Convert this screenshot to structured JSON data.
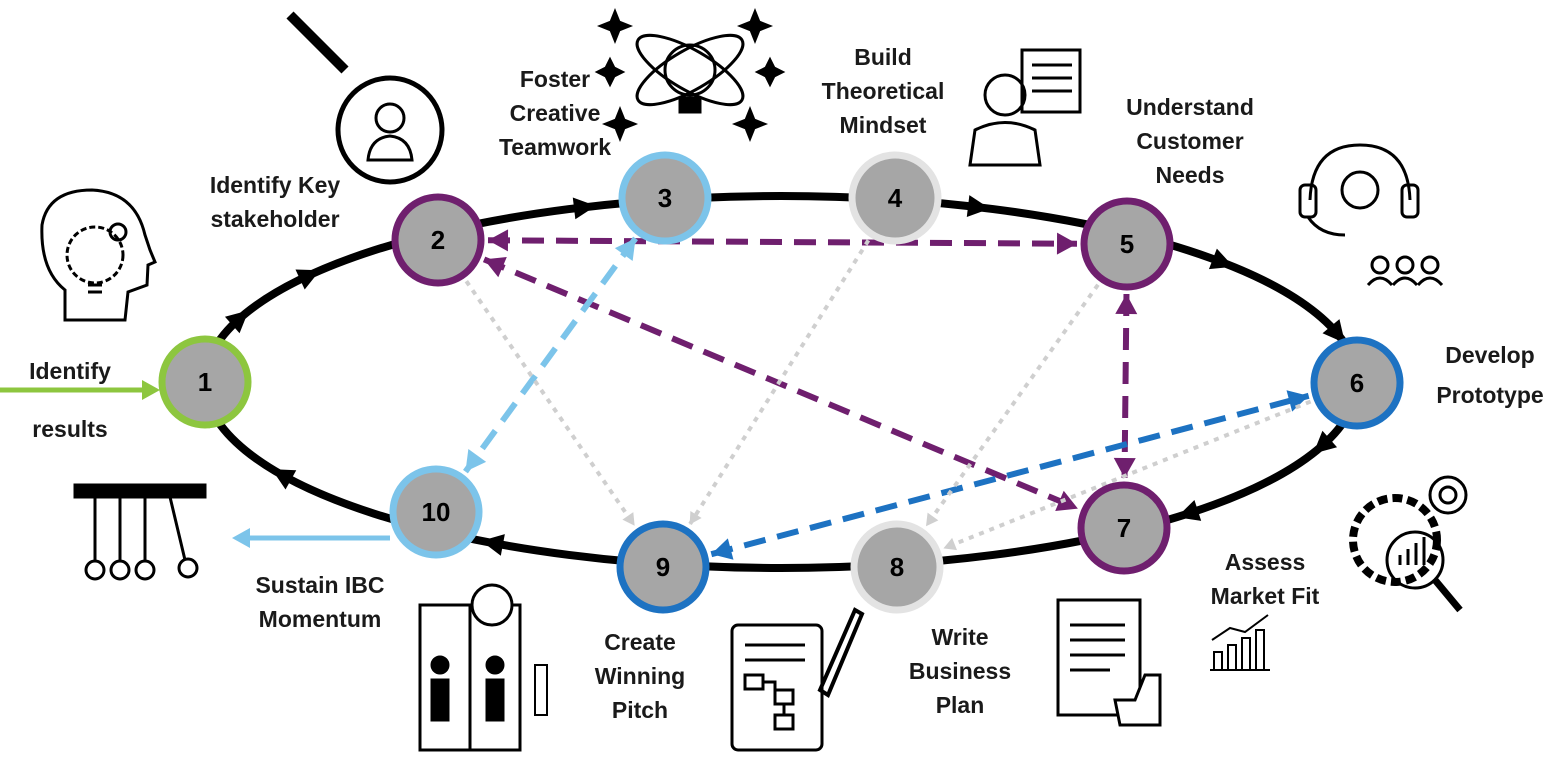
{
  "colors": {
    "cycle": "#000000",
    "node_fill": "#a6a6a6",
    "green": "#8dc63f",
    "purple": "#6f1f6e",
    "light_blue": "#7cc4ea",
    "blue": "#1d72c2",
    "gray": "#e3e3e3",
    "dotted": "#cfcfcf"
  },
  "steps": [
    {
      "n": "1",
      "label": "Identify\nresults",
      "ring": "green",
      "icon": "head-lightbulb-icon"
    },
    {
      "n": "2",
      "label": "Identify Key\nstakeholder",
      "ring": "purple",
      "icon": "magnifier-person-icon"
    },
    {
      "n": "3",
      "label": "Foster\nCreative\nTeamwork",
      "ring": "light_blue",
      "icon": "atom-lightbulb-icon"
    },
    {
      "n": "4",
      "label": "Build\nTheoretical\nMindset",
      "ring": "gray",
      "icon": "presenter-icon"
    },
    {
      "n": "5",
      "label": "Understand\nCustomer\nNeeds",
      "ring": "purple",
      "icon": "headset-customers-icon"
    },
    {
      "n": "6",
      "label": "Develop\nPrototype",
      "ring": "blue",
      "icon": "gear-target-icon"
    },
    {
      "n": "7",
      "label": "Assess\nMarket Fit",
      "ring": "purple",
      "icon": "document-thumbs-up-icon"
    },
    {
      "n": "8",
      "label": "Write\nBusiness\nPlan",
      "ring": "gray",
      "icon": "flowchart-pencil-icon"
    },
    {
      "n": "9",
      "label": "Create\nWinning\nPitch",
      "ring": "blue",
      "icon": "elevator-pitch-icon"
    },
    {
      "n": "10",
      "label": "Sustain IBC\nMomentum",
      "ring": "light_blue",
      "icon": "newtons-cradle-icon"
    }
  ],
  "links": [
    {
      "from": "2",
      "to": "5",
      "style": "purple-dashed",
      "arrows": "both"
    },
    {
      "from": "2",
      "to": "7",
      "style": "purple-dashed",
      "arrows": "both"
    },
    {
      "from": "5",
      "to": "7",
      "style": "purple-dashed",
      "arrows": "both"
    },
    {
      "from": "3",
      "to": "10",
      "style": "light-blue-dashed",
      "arrows": "both"
    },
    {
      "from": "9",
      "to": "6",
      "style": "blue-dashed",
      "arrows": "both"
    },
    {
      "from": "2",
      "to": "9",
      "style": "gray-dotted",
      "arrows": "end"
    },
    {
      "from": "4",
      "to": "9",
      "style": "gray-dotted",
      "arrows": "end"
    },
    {
      "from": "5",
      "to": "8",
      "style": "gray-dotted",
      "arrows": "end"
    },
    {
      "from": "6",
      "to": "8",
      "style": "gray-dotted",
      "arrows": "end"
    }
  ]
}
